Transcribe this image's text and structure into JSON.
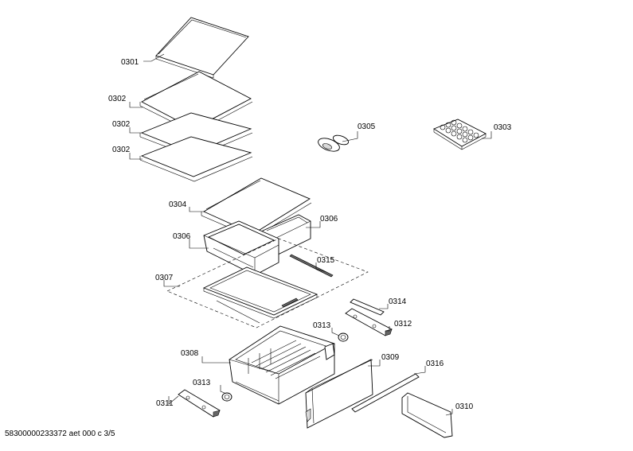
{
  "labels": {
    "p0301": "0301",
    "p0302a": "0302",
    "p0302b": "0302",
    "p0302c": "0302",
    "p0303": "0303",
    "p0304": "0304",
    "p0305": "0305",
    "p0306a": "0306",
    "p0306b": "0306",
    "p0307": "0307",
    "p0308": "0308",
    "p0309": "0309",
    "p0310": "0310",
    "p0311": "0311",
    "p0312": "0312",
    "p0313a": "0313",
    "p0313b": "0313",
    "p0314": "0314",
    "p0315": "0315",
    "p0316": "0316"
  },
  "footer": "58300000233372 aet 000 c 3/5"
}
